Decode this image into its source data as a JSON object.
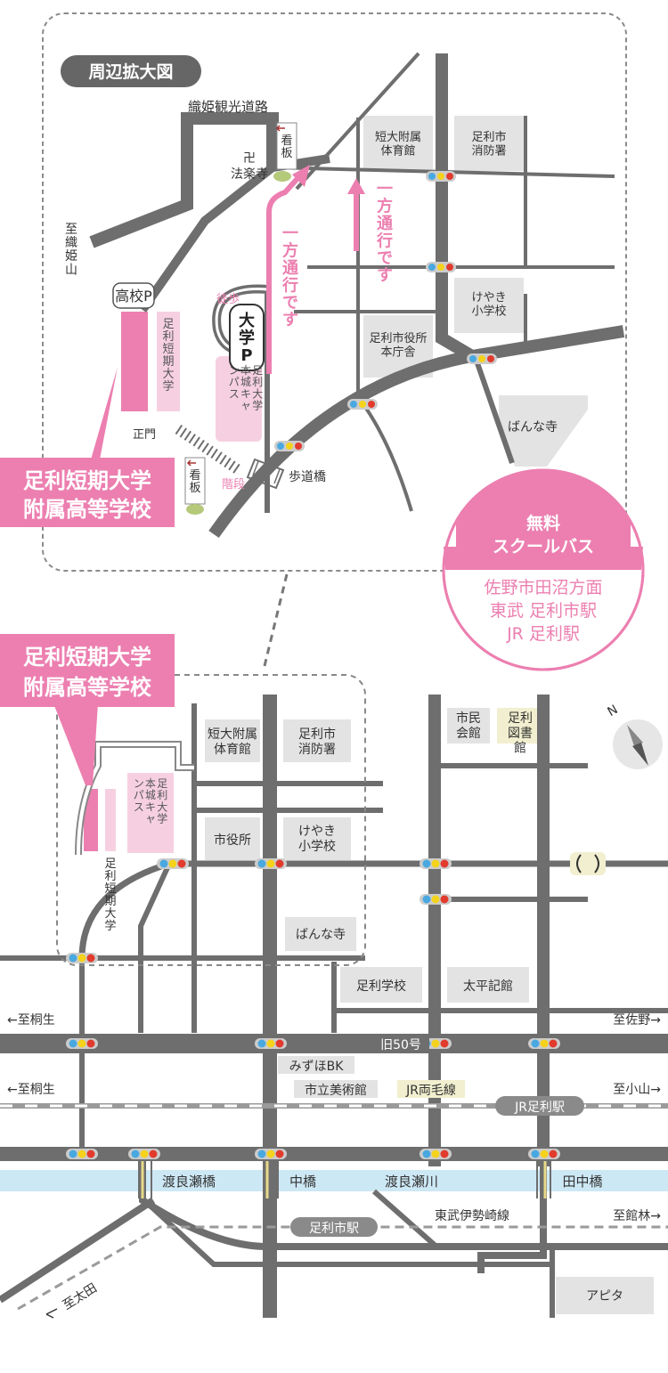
{
  "inset": {
    "title": "周辺拡大図",
    "road_orihime": "織姫観光道路",
    "to_orihimeyama": "至織姫山",
    "hourakuji_mark": "卍",
    "hourakuji": "法楽寺",
    "signboard": "看板",
    "signboard2": "看板",
    "highschool_parking": "高校P",
    "tandai_gym": "短大附属体育館",
    "fire_station": "足利市消防署",
    "keyaki_school": "けやき小学校",
    "city_hall_main": "足利市役所本庁舎",
    "bannaji": "ばんな寺",
    "walk": "徒歩",
    "univ_parking": "大学P",
    "univ_campus": "足利大学本城キャンパス",
    "tandai": "足利短期大学",
    "main_gate": "正門",
    "stairs": "階段",
    "footbridge": "歩道橋",
    "oneway": "一方通行です",
    "school_name_line1": "足利短期大学",
    "school_name_line2": "附属高等学校"
  },
  "bus": {
    "title_line1": "無料",
    "title_line2": "スクールバス",
    "dest1": "佐野市田沼方面",
    "dest2": "東武 足利市駅",
    "dest3": "JR 足利駅"
  },
  "main": {
    "school_name_line1": "足利短期大学",
    "school_name_line2": "附属高等学校",
    "tandai_gym": "短大附属体育館",
    "fire_station": "足利市消防署",
    "civic_hall": "市民会館",
    "library": "足利図書館",
    "city_hall": "市役所",
    "keyaki_school": "けやき小学校",
    "univ_campus": "足利大学本城キャンパス",
    "tandai": "足利短期大学",
    "bannaji": "ばんな寺",
    "ashikaga_school": "足利学校",
    "taihei": "太平記館",
    "north": "N",
    "route50": "旧50号",
    "to_kiryu_1": "←至桐生",
    "to_kiryu_2": "←至桐生",
    "to_sano": "至佐野→",
    "to_oyama": "至小山→",
    "to_tatebayashi": "至館林→",
    "to_ota": "至太田",
    "mizuho": "みずほBK",
    "museum": "市立美術館",
    "jr_line": "JR両毛線",
    "jr_station": "JR足利駅",
    "watarase_bridge": "渡良瀬橋",
    "naka_bridge": "中橋",
    "watarase_river": "渡良瀬川",
    "tanaka_bridge": "田中橋",
    "tobu_line": "東武伊勢崎線",
    "tobu_station": "足利市駅",
    "apita": "アピタ"
  },
  "colors": {
    "road": "#6e6e6e",
    "pink": "#ec7fb0",
    "pink_light": "#f6d0e1",
    "building": "#e3e3e3",
    "river": "#cde8f5",
    "signal_blue": "#4aa8e0",
    "signal_yellow": "#f5d21c",
    "signal_red": "#e23b2e"
  }
}
